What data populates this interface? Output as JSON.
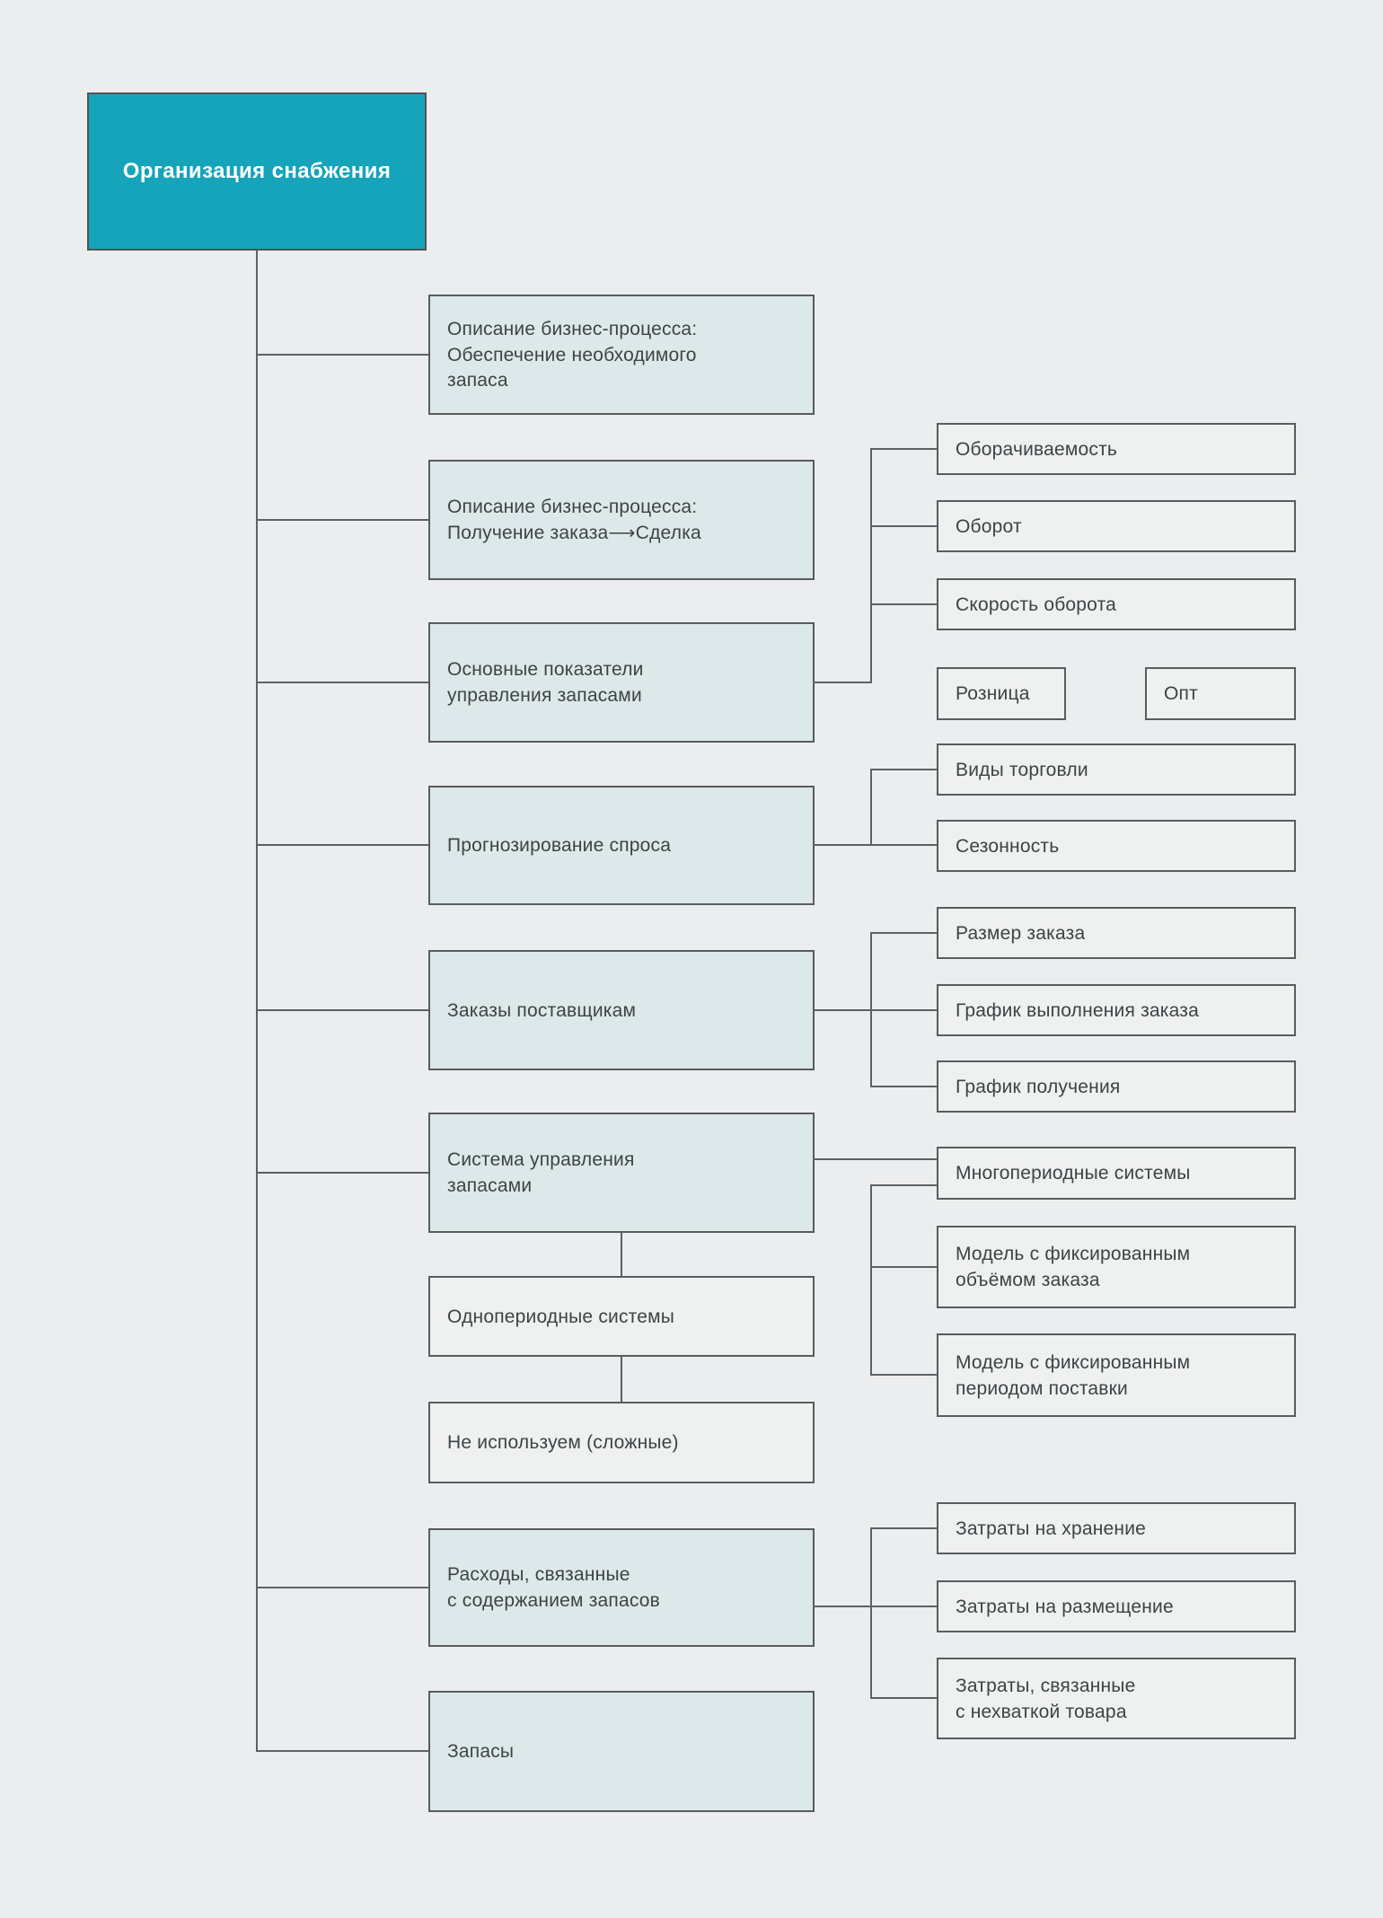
{
  "diagram_title": "Организация снабжения",
  "nodes": {
    "root": "Организация снабжения",
    "desc1": "Описание бизнес-процесса:\nОбеспечение необходимого\nзапаса",
    "desc2": "Описание бизнес-процесса:\nПолучение заказа⟶Сделка",
    "indicators": "Основные показатели\nуправления запасами",
    "forecast": "Прогнозирование спроса",
    "orders": "Заказы поставщикам",
    "system": "Система управления\nзапасами",
    "oneperiod": "Однопериодные системы",
    "notuse": "Не используем (сложные)",
    "expenses": "Расходы, связанные\nс содержанием запасов",
    "stocks": "Запасы",
    "turnover": "Оборачиваемость",
    "turn": "Оборот",
    "turnspeed": "Скорость оборота",
    "retail": "Розница",
    "wholesale": "Опт",
    "tradetypes": "Виды торговли",
    "season": "Сезонность",
    "ordersize": "Размер заказа",
    "orderschedule": "График выполнения заказа",
    "receiptschedule": "График получения",
    "multiperiod": "Многопериодные системы",
    "fixedvolume": "Модель с фиксированным\nобъёмом заказа",
    "fixedperiod": "Модель с фиксированным\nпериодом поставки",
    "storagecosts": "Затраты на хранение",
    "placementcosts": "Затраты на размещение",
    "shortagecosts": "Затраты, связанные\nс нехваткой товара"
  },
  "colors": {
    "accent_teal": "#16a4ba",
    "category_fill": "#dde8ea",
    "leaf_fill": "#eff0f0",
    "border": "#575c5f",
    "line": "#5c6164",
    "text": "#3e4346",
    "root_text": "#ffffff",
    "background": "#ecedee"
  }
}
